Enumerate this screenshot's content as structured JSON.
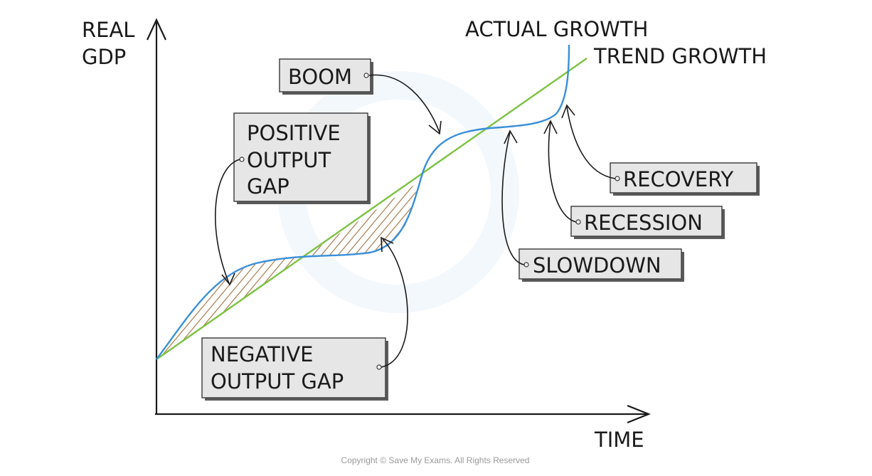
{
  "axes": {
    "y_label_line1": "REAL",
    "y_label_line2": "GDP",
    "x_label": "TIME"
  },
  "curves": {
    "actual_label": "ACTUAL GROWTH",
    "trend_label": "TREND GROWTH",
    "actual_color": "#3a8fd8",
    "trend_color": "#7cc242",
    "hatch_color": "#a0703c"
  },
  "tags": {
    "boom": "BOOM",
    "positive": [
      "POSITIVE",
      "OUTPUT",
      "GAP"
    ],
    "negative": [
      "NEGATIVE",
      "OUTPUT GAP"
    ],
    "recovery": "RECOVERY",
    "recession": "RECESSION",
    "slowdown": "SLOWDOWN"
  },
  "copyright": "Copyright © Save My Exams. All Rights Reserved"
}
